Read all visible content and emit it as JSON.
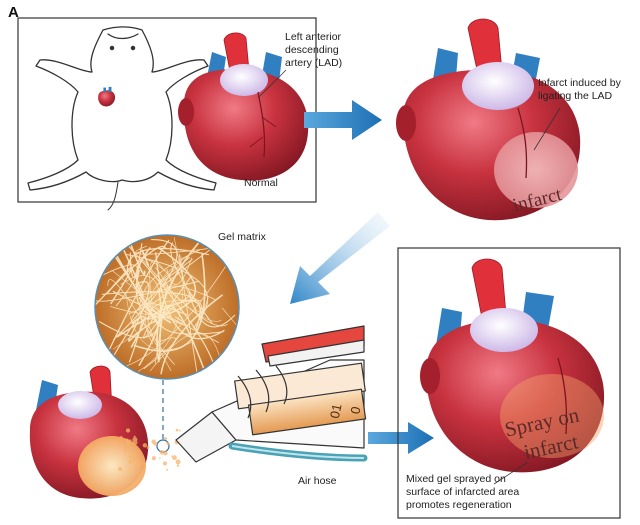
{
  "panel_letter": "A",
  "labels": {
    "lad": [
      "Left anterior",
      "descending",
      "artery (LAD)"
    ],
    "normal": "Normal",
    "infarct_induced": [
      "Infarct induced by",
      "ligating the LAD"
    ],
    "infarct": "infarct",
    "gel_matrix": "Gel matrix",
    "spray_on": [
      "Spray on",
      "infarct"
    ],
    "air_hose": "Air hose",
    "mixed_gel": [
      "Mixed gel sprayed on",
      "surface of infarcted area",
      "promotes regeneration"
    ],
    "syringe_numbers": [
      "01",
      "0"
    ]
  },
  "colors": {
    "heart": "#c8333f",
    "heart_dark": "#8e1a26",
    "aorta": "#e0303a",
    "vessel_blue": "#2f7fc1",
    "atrium": "#d9c9ec",
    "arrow_blue": "#2e86c8",
    "gel_orange": "#f0a25a",
    "hose_teal": "#4aa3b5",
    "panel_border": "#333333"
  }
}
